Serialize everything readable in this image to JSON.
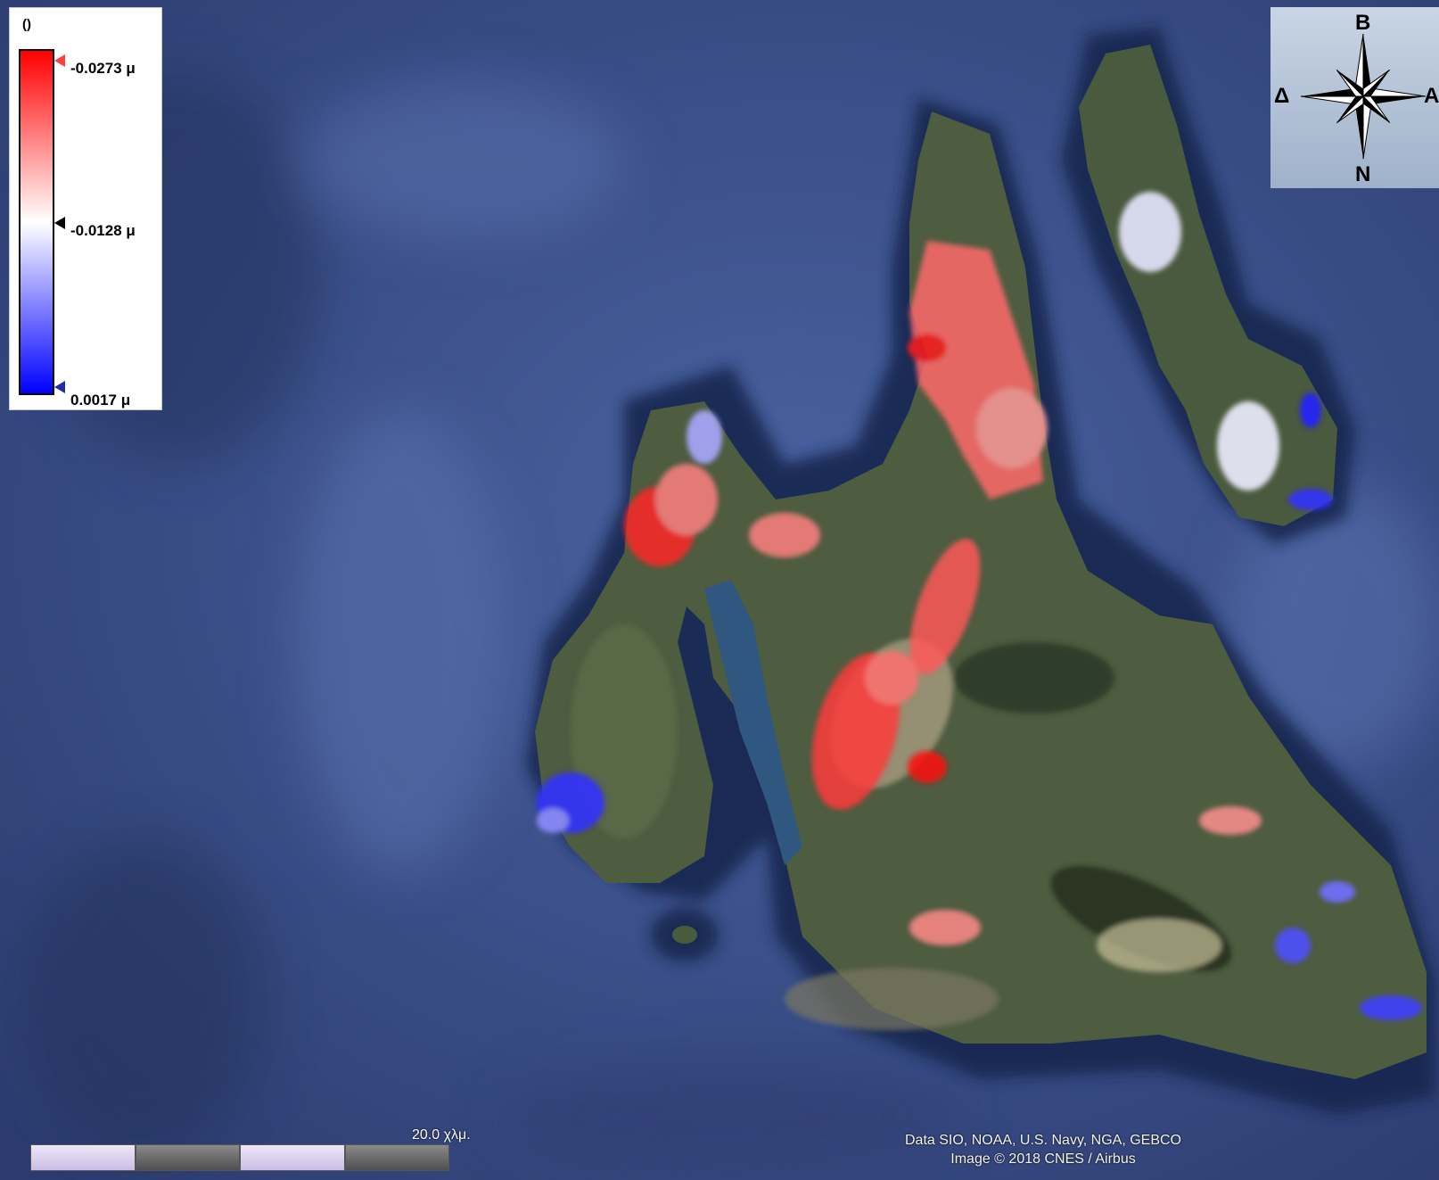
{
  "legend": {
    "title": "()",
    "max_label": "-0.0273 μ",
    "mid_label": "-0.0128 μ",
    "min_label": "0.0017 μ",
    "colors": {
      "top": "#ff0000",
      "middle": "#ffffff",
      "bottom": "#0000ff"
    }
  },
  "compass": {
    "north_top": "B",
    "west": "Δ",
    "east": "Α",
    "south_bottom": "N"
  },
  "scale": {
    "label": "20.0 χλμ."
  },
  "attribution": {
    "line1": "Data SIO, NOAA, U.S. Navy, NGA, GEBCO",
    "line2": "Image © 2018 CNES / Airbus"
  },
  "colors": {
    "sea": "#3a4f86",
    "deep_sea": "#2a3a6e",
    "land": "#4b5a3e"
  }
}
